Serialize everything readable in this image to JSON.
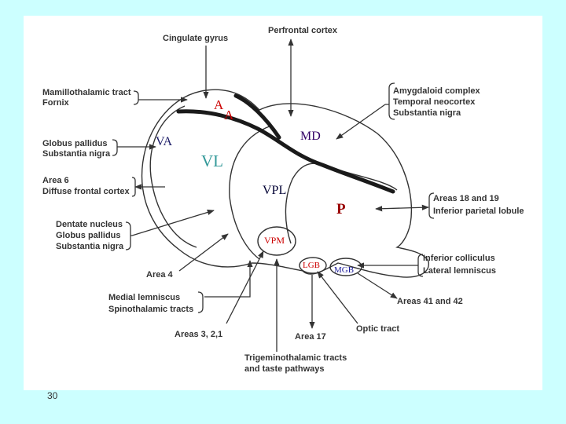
{
  "slide": {
    "number": "30",
    "background_color": "#ccffff",
    "panel_color": "#ffffff"
  },
  "diagram": {
    "nuclei": {
      "aa": "A",
      "aa2": "A",
      "va": "VA",
      "vl": "VL",
      "md": "MD",
      "vpl": "VPL",
      "p": "P",
      "vpm": "VPM",
      "lgb": "LGB",
      "mgb": "MGB"
    },
    "nucleus_colors": {
      "aa": "#cc0000",
      "va": "#1a1a66",
      "vl": "#339999",
      "md": "#330066",
      "vpl": "#000033",
      "p": "#990000",
      "vpm": "#cc0000",
      "lgb": "#cc0000",
      "mgb": "#1a1a99"
    },
    "labels": {
      "cingulate_gyrus": "Cingulate gyrus",
      "prefrontal_cortex": "Perfrontal cortex",
      "mamillothalamic_tract": "Mamillothalamic tract",
      "fornix": "Fornix",
      "amygdaloid_complex": "Amygdaloid complex",
      "temporal_neocortex": "Temporal neocortex",
      "substantia_nigra_right": "Substantia nigra",
      "globus_pallidus_left": "Globus pallidus",
      "substantia_nigra_left": "Substantia nigra",
      "area_6": "Area 6",
      "diffuse_frontal_cortex": "Diffuse frontal cortex",
      "areas_18_19": "Areas 18 and 19",
      "inferior_parietal_lobule": "Inferior parietal lobule",
      "dentate_nucleus": "Dentate nucleus",
      "globus_pallidus": "Globus pallidus",
      "substantia_nigra": "Substantia nigra",
      "inferior_colliculus": "Inferior colliculus",
      "lateral_lemniscus": "Lateral lemniscus",
      "area_4": "Area 4",
      "areas_41_42": "Areas 41 and 42",
      "medial_lemniscus": "Medial lemniscus",
      "spinothalamic_tracts": "Spinothalamic tracts",
      "optic_tract": "Optic tract",
      "areas_3_2_1": "Areas 3, 2,1",
      "area_17": "Area 17",
      "trigeminothalamic_tracts": "Trigeminothalamic tracts",
      "taste_pathways": "and taste pathways"
    }
  }
}
